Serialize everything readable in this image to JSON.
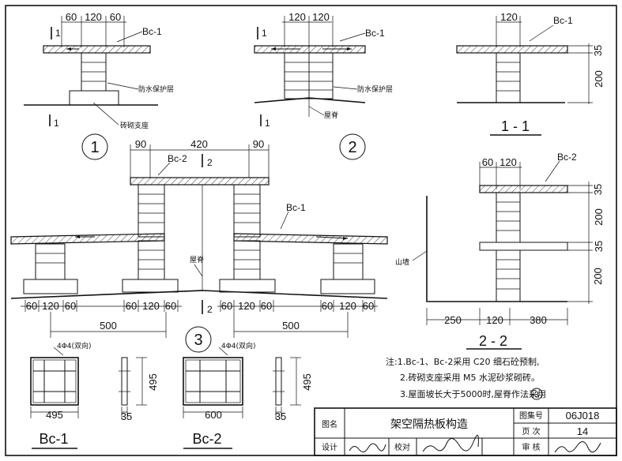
{
  "drawing": {
    "title": "架空隔热板构造",
    "figure_no": "06J018",
    "page": "14",
    "labels": {
      "tuming": "图名",
      "tujihao": "图集号",
      "yeci": "页 次",
      "sheji": "设计",
      "jiaodui": "校对",
      "shenhe": "审 核"
    },
    "notes": [
      "注:1.Bc-1、Bc-2采用 C20 细石砼预制,",
      "2.砖砌支座采用 M5 水泥砂浆砌砖。",
      "3.屋面坡长大于5000时,屋脊作法采用"
    ],
    "note_ref": "3"
  },
  "detail1": {
    "mark": "1",
    "dims": [
      "60",
      "120",
      "60"
    ],
    "slab": "Bc-1",
    "layer": "防水保护层",
    "base": "砖砌支座",
    "sec": "1"
  },
  "detail2": {
    "mark": "2",
    "dims": [
      "120",
      "120"
    ],
    "slab": "Bc-1",
    "layer": "防水保护层",
    "ridge": "屋脊",
    "sec": "1"
  },
  "section11": {
    "title": "1 - 1",
    "dim_top": "120",
    "slab": "Bc-1",
    "dims_v": [
      "35",
      "200"
    ]
  },
  "section22": {
    "title": "2 - 2",
    "dims_top": [
      "60",
      "120"
    ],
    "slab": "Bc-2",
    "dims_v": [
      "35",
      "200",
      "35",
      "200"
    ],
    "wall": "山墙",
    "dims_bot": [
      "250",
      "120",
      "380"
    ]
  },
  "detail3": {
    "mark": "3",
    "dims_top": [
      "90",
      "420",
      "90"
    ],
    "slab_top": "Bc-2",
    "slab_side": "Bc-1",
    "ridge": "屋脊",
    "sec_top": "2",
    "sec_bot": "2",
    "dims_bot_left": [
      "60",
      "120",
      "60",
      "60",
      "120",
      "60"
    ],
    "dims_bot_right": [
      "60",
      "120",
      "60",
      "60",
      "120",
      "60"
    ],
    "span_left": "500",
    "span_right": "500"
  },
  "bc1": {
    "name": "Bc-1",
    "rebar": "4Φ4(双向)",
    "w": "495",
    "h": "495",
    "t": "35"
  },
  "bc2": {
    "name": "Bc-2",
    "rebar": "4Φ4(双向)",
    "w": "600",
    "h": "495",
    "t": "35"
  }
}
